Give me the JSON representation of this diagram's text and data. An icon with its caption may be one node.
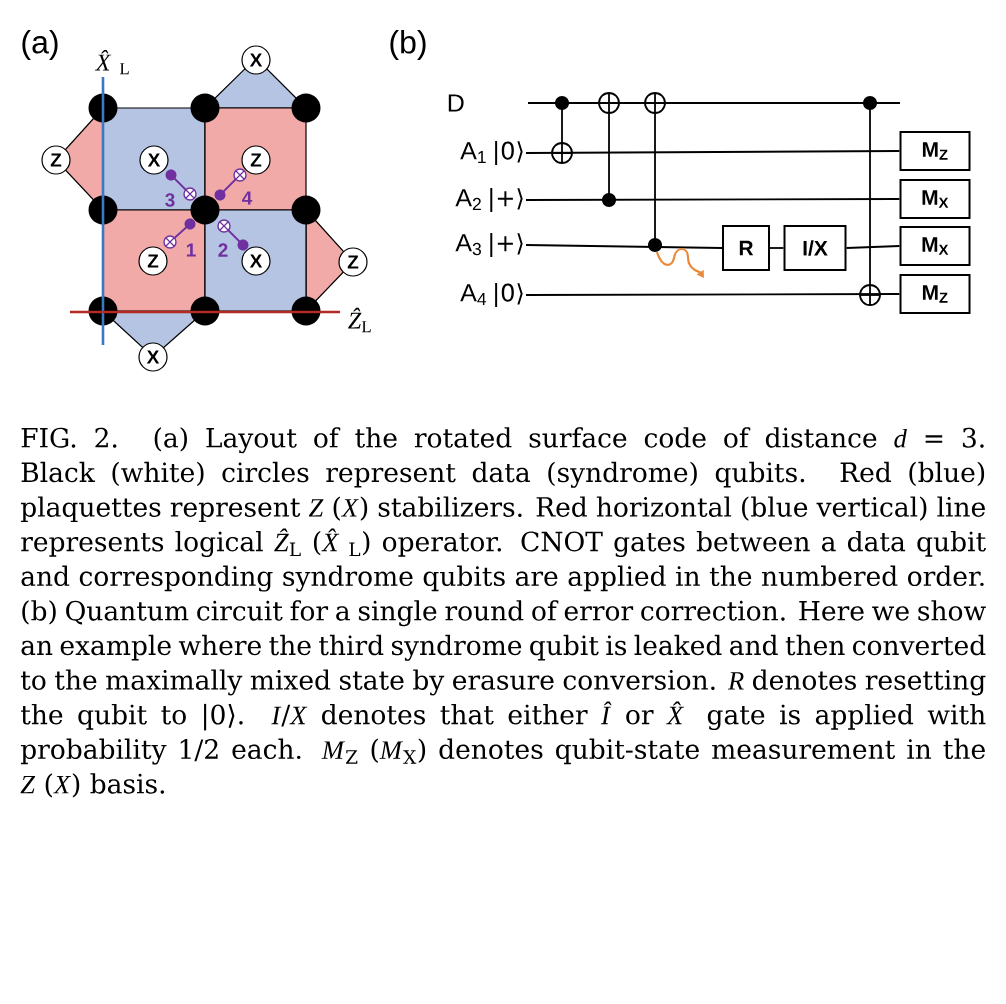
{
  "diagram": {
    "caption": "FIG. 2. (a) Layout of the rotated surface code of distance *d* = 3. Black (white) circles represent data (syndrome) qubits. Red (blue) plaquettes represent *Z* (*X*) stabilizers. Red horizontal (blue vertical) line represents logical *Ẑ*$_{L}$ (*X̂*$_{L}$) operator. CNOT gates between a data qubit and corresponding syndrome qubits are applied in the numbered order. (b) Quantum circuit for a single round of error correction. Here we show an example where the third syndrome qubit is leaked and then converted to the maximally mixed state by erasure conversion. *R* denotes resetting the qubit to |0⟩. *I*/*X* denotes that either *Î* or *X̂* gate is applied with probability 1/2 each. *M*$_{Z}$ (*M*$_{X}$) denotes qubit-state measurement in the *Z* (*X*) basis.",
    "nodes": [
      {
        "text": [
          "X"
        ]
      },
      {
        "text": [
          "Z"
        ]
      },
      {
        "text": [
          "X"
        ]
      },
      {
        "text": [
          "Z"
        ]
      },
      {
        "text": [
          "Z"
        ]
      },
      {
        "text": [
          "X"
        ]
      },
      {
        "text": [
          "Z"
        ]
      },
      {
        "text": [
          "X"
        ]
      },
      {
        "text": [],
        "shape": "circle"
      },
      {
        "text": [],
        "shape": "circle"
      },
      {
        "text": [],
        "shape": "circle"
      },
      {
        "text": [],
        "shape": "circle"
      },
      {
        "text": [],
        "shape": "circle"
      },
      {
        "text": [],
        "shape": "circle"
      },
      {
        "text": [],
        "shape": "circle"
      },
      {
        "text": [],
        "shape": "circle"
      },
      {
        "text": [],
        "shape": "circle"
      },
      {
        "text": [
          "D"
        ]
      },
      {
        "text": [
          "A$_{1}$",
          "|0⟩"
        ]
      },
      {
        "text": [
          "A$_{2}$",
          "|+⟩"
        ]
      },
      {
        "text": [
          "A$_{3}$",
          "|+⟩"
        ]
      },
      {
        "text": [
          "A$_{4}$",
          "|0⟩"
        ]
      },
      {
        "text": [
          "R"
        ]
      },
      {
        "text": [
          "I/X"
        ]
      },
      {
        "text": [
          "M$_{Z}$"
        ]
      },
      {
        "text": [
          "M$_{X}$"
        ]
      },
      {
        "text": [
          "M$_{X}$"
        ]
      },
      {
        "text": [
          "M$_{Z}$"
        ]
      }
    ],
    "edges": [
      {
        "from": 17,
        "to": null,
        "arrow": "none"
      },
      {
        "from": 18,
        "to": 24,
        "arrow": "none"
      },
      {
        "from": 19,
        "to": 25,
        "arrow": "none"
      },
      {
        "from": 20,
        "to": 22,
        "arrow": "none"
      },
      {
        "from": 22,
        "to": 23,
        "arrow": "none"
      },
      {
        "from": 23,
        "to": 26,
        "arrow": "none"
      },
      {
        "from": 21,
        "to": 27,
        "arrow": "none"
      }
    ],
    "labels": [
      "(a)",
      "(b)",
      "*X̂*$_{L}$",
      "3",
      "4",
      "1",
      "2",
      "*Ẑ*$_{L}$"
    ]
  }
}
